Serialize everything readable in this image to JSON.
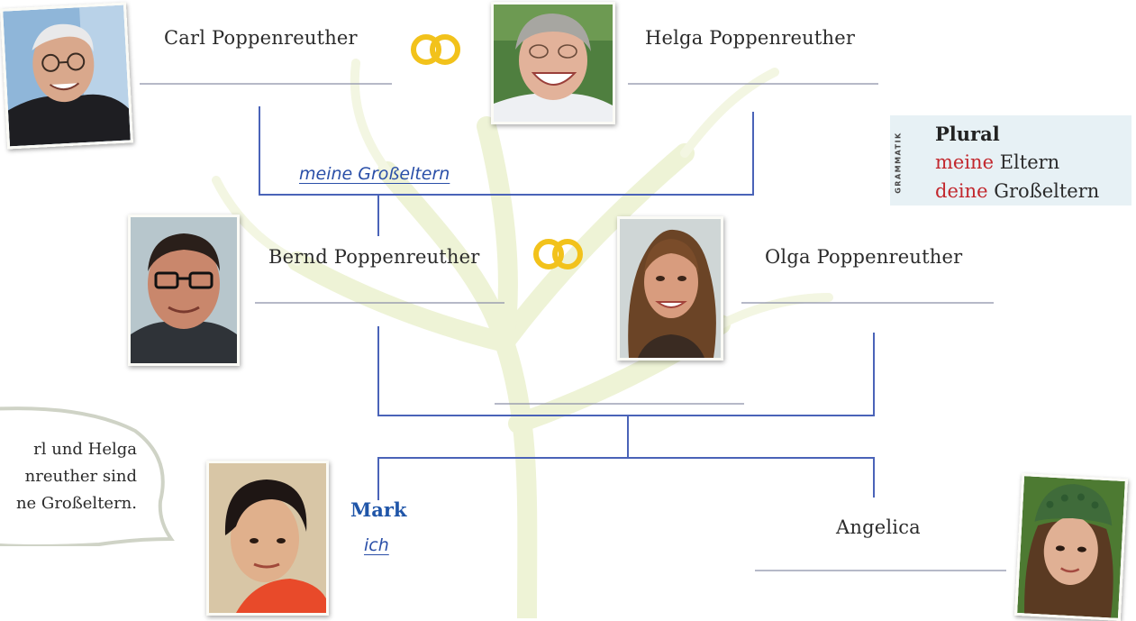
{
  "family": {
    "grandfather": {
      "name": "Carl Poppenreuther"
    },
    "grandmother": {
      "name": "Helga Poppenreuther"
    },
    "father": {
      "name": "Bernd Poppenreuther"
    },
    "mother": {
      "name": "Olga Poppenreuther"
    },
    "son": {
      "name": "Mark",
      "note": "ich"
    },
    "daughter": {
      "name": "Angelica"
    }
  },
  "handwritten": {
    "grandparents_label": "meine Großeltern"
  },
  "grammar_box": {
    "side_label": "GRAMMATIK",
    "title": "Plural",
    "rows": [
      {
        "possessive": "meine",
        "noun": "Eltern"
      },
      {
        "possessive": "deine",
        "noun": "Großeltern"
      }
    ]
  },
  "speech_bubble": {
    "lines": [
      "rl und Helga",
      "nreuther sind",
      "ne Großeltern."
    ]
  },
  "colors": {
    "line_blue": "#4a63b8",
    "ring_gold": "#f2c21b",
    "grammar_red": "#c2272d",
    "grammar_bg": "#e7f1f5",
    "mark_blue": "#1f55a8"
  }
}
